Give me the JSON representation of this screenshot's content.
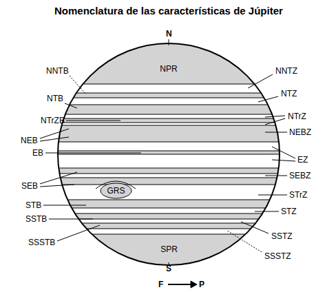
{
  "diagram": {
    "title": "Nomenclatura de las características de Júpiter",
    "nodes": [
      {
        "text": [
          "NPR"
        ]
      },
      {
        "text": [
          "GRS"
        ]
      },
      {
        "text": [
          "SPR"
        ]
      }
    ],
    "labels": [
      "N",
      "NNTB",
      "NNTZ",
      "NTB",
      "NTZ",
      "NTrZB",
      "NTrZ",
      "NEB",
      "NEBZ",
      "EB",
      "EZ",
      "SEBZ",
      "SEB",
      "STrZ",
      "STB",
      "STZ",
      "SSTB",
      "SSTZ",
      "SSSTB",
      "SSSTZ",
      "S",
      "F",
      "P"
    ]
  }
}
